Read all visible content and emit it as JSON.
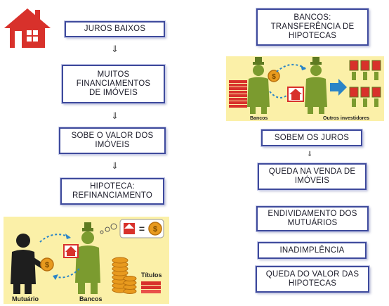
{
  "left_flow": [
    {
      "lines": [
        "JUROS  BAIXOS"
      ]
    },
    {
      "lines": [
        "MUITOS",
        "FINANCIAMENTOS",
        "DE IMÓVEIS"
      ]
    },
    {
      "lines": [
        "SOBE O VALOR DOS",
        "IMÓVEIS"
      ]
    },
    {
      "lines": [
        "HIPOTECA:",
        "REFINANCIAMENTO"
      ]
    }
  ],
  "right_flow": [
    {
      "lines": [
        "BANCOS:",
        "TRANSFERÊNCIA DE",
        "HIPOTECAS"
      ]
    },
    {
      "lines": [
        "SOBEM OS JUROS"
      ]
    },
    {
      "lines": [
        "QUEDA NA VENDA DE",
        "IMÓVEIS"
      ]
    },
    {
      "lines": [
        "ENDIVIDAMENTO DOS",
        "MUTUÁRIOS"
      ]
    },
    {
      "lines": [
        "INADIMPLÊNCIA"
      ]
    },
    {
      "lines": [
        "QUEDA DO VALOR DAS",
        "HIPOTECAS"
      ]
    }
  ],
  "arrow_glyph": "⇓",
  "illustration_left": {
    "labels": [
      "Mutuário",
      "Bancos",
      "Títulos"
    ]
  },
  "illustration_right": {
    "labels": [
      "Bancos",
      "Outros investidores"
    ]
  },
  "colors": {
    "box_border": "#3e4a9c",
    "house": "#d8312b",
    "illustration_bg": "#fbf0a8",
    "figure_green": "#7b9b2f",
    "coin": "#e89a1e"
  }
}
